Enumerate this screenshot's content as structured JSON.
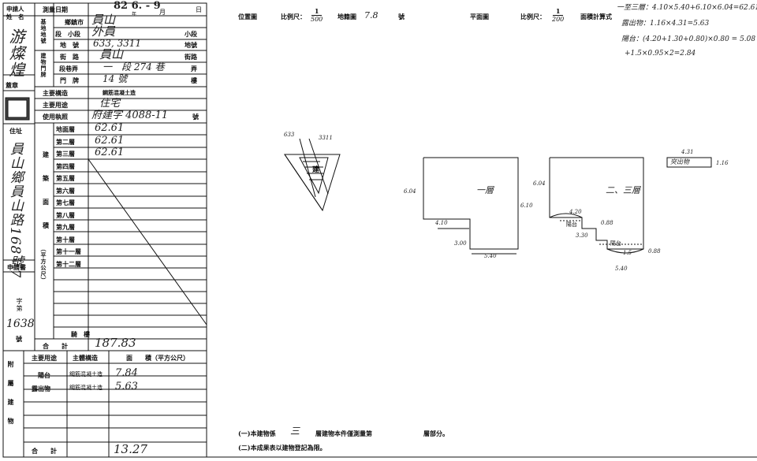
{
  "header": {
    "applicant_label": "申請人\n姓　名",
    "survey_date_label": "測量日期",
    "survey_date_value": "82 6. - 9",
    "month_char": "月",
    "day_char": "日",
    "ji_char": "年"
  },
  "applicant": {
    "name_handwritten": "游燦煌",
    "seal_label": "蓋章",
    "address_label": "住址",
    "address_handwritten": "員山鄉員山路168號7",
    "applicant_book_label": "申請書",
    "number_label": "字第",
    "number_handwritten": "1638",
    "number_suffix": "號"
  },
  "land": {
    "group_label": "基地地號",
    "city_label": "鄉鎮市",
    "city_value": "員山",
    "section_label": "段　小段",
    "section_value": "外員",
    "section_suffix": "小段",
    "lot_label": "地　號",
    "lot_value": "633, 3311",
    "lot_suffix": "地號"
  },
  "door": {
    "group_label": "建物門牌",
    "street_label": "街　路",
    "street_value": "員山",
    "street_suffix": "街路",
    "lane_label": "段巷弄",
    "lane_value": "一　段 274 巷",
    "lane_suffix": "弄",
    "number_label": "門　牌",
    "number_value": "14 號",
    "number_suffix": "樓"
  },
  "structure": {
    "main_structure_label": "主要構造",
    "main_structure_value": "鋼筋混凝土造",
    "main_use_label": "主要用途",
    "main_use_value": "住宅",
    "license_label": "使用執照",
    "license_value": "府建字 4088-11",
    "license_suffix": "號"
  },
  "floors": {
    "group_label": "建築面積（平方公尺）",
    "group_top": "建",
    "group_mid1": "築",
    "group_mid2": "面",
    "group_mid3": "積",
    "unit": "（平方公尺）",
    "rows": [
      {
        "label": "地面層",
        "value": "62.61"
      },
      {
        "label": "第二層",
        "value": "62.61"
      },
      {
        "label": "第三層",
        "value": "62.61"
      },
      {
        "label": "第四層",
        "value": ""
      },
      {
        "label": "第五層",
        "value": ""
      },
      {
        "label": "第六層",
        "value": ""
      },
      {
        "label": "第七層",
        "value": ""
      },
      {
        "label": "第八層",
        "value": ""
      },
      {
        "label": "第九層",
        "value": ""
      },
      {
        "label": "第十層",
        "value": ""
      },
      {
        "label": "第十一層",
        "value": ""
      },
      {
        "label": "第十二層",
        "value": ""
      }
    ],
    "extra_label": "騎　樓",
    "total_label": "合　　計",
    "total_value": "187.83"
  },
  "annex": {
    "group_label": "附屬建物",
    "col_use": "主要用途",
    "col_structure": "主體構造",
    "col_area": "面　　積（平方公尺）",
    "rows": [
      {
        "use": "陽台",
        "structure": "鋼筋混凝土造",
        "area": "7.84"
      },
      {
        "use": "露出物",
        "structure": "鋼筋混凝土造",
        "area": "5.63"
      }
    ],
    "total_label": "合　　計",
    "total_value": "13.27"
  },
  "right_header": {
    "location_label": "位置圖",
    "scale_label_1": "比例尺：",
    "scale1_num": "1",
    "scale1_den": "500",
    "map_sheet_label": "地籍圖",
    "map_sheet_value": "7.8",
    "map_sheet_suffix": "號",
    "plan_label": "平面圖",
    "scale_label_2": "比例尺：",
    "scale2_num": "1",
    "scale2_den": "200",
    "area_calc_label": "面積計算式"
  },
  "calc_notes": {
    "line1": "一至三層：4.10×5.40+6.10×6.04=62.61",
    "line2": "露出物：1.16×4.31=5.63",
    "line3": "陽台：(4.20+1.30+0.80)×0.80 = 5.08",
    "line4": "+1.5×0.95×2=2.84"
  },
  "plan_labels": {
    "lot_a": "633",
    "lot_b": "3311",
    "build_char": "建",
    "floor1": "一層",
    "floor23": "二、三層",
    "balcony": "陽台",
    "balcony2": "陽台",
    "outer": "突出物",
    "d604": "6.04",
    "d604b": "6.04",
    "d410": "4.10",
    "d300": "3.00",
    "d610": "6.10",
    "d540": "5.40",
    "d540b": "5.40",
    "d420": "4.20",
    "d330": "3.30",
    "d088": "0.88",
    "d088b": "0.88",
    "d431": "4.31",
    "d116": "1.16",
    "d0_5": "1.5"
  },
  "footer": {
    "note1_prefix": "(一)本建物係",
    "note1_floors": "三",
    "note1_mid": "層建物本件僅測量第",
    "note1_suffix": "層部分。",
    "note2": "(二)本成果表以建物登記為限。"
  }
}
